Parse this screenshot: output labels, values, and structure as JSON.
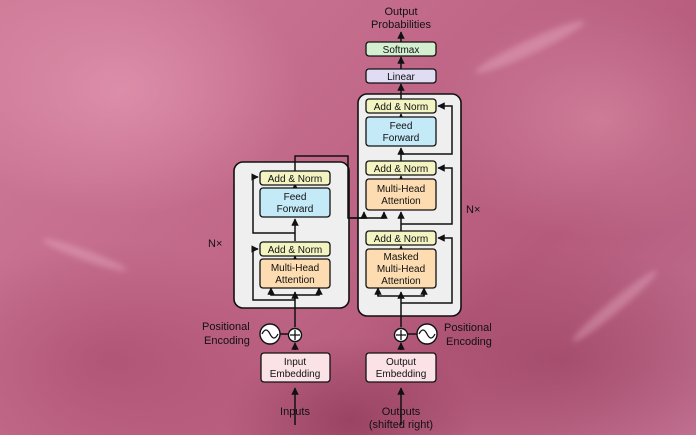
{
  "labels": {
    "output_probabilities_line1": "Output",
    "output_probabilities_line2": "Probabilities",
    "softmax": "Softmax",
    "linear": "Linear",
    "add_norm": "Add & Norm",
    "feed_forward_line1": "Feed",
    "feed_forward_line2": "Forward",
    "multi_head_line1": "Multi-Head",
    "multi_head_line2": "Attention",
    "masked_line1": "Masked",
    "masked_line2": "Multi-Head",
    "masked_line3": "Attention",
    "nx": "N×",
    "positional_line1": "Positional",
    "positional_line2": "Encoding",
    "input_embedding_line1": "Input",
    "input_embedding_line2": "Embedding",
    "output_embedding_line1": "Output",
    "output_embedding_line2": "Embedding",
    "inputs": "Inputs",
    "outputs_line1": "Outputs",
    "outputs_line2": "(shifted right)"
  },
  "colors": {
    "add_norm": "#f3f4c2",
    "feed_forward": "#c4e9f7",
    "attention": "#fcdcb0",
    "embedding": "#fbe2e6",
    "linear": "#dfdcf3",
    "softmax": "#d3efd0",
    "block": "#efefef"
  }
}
